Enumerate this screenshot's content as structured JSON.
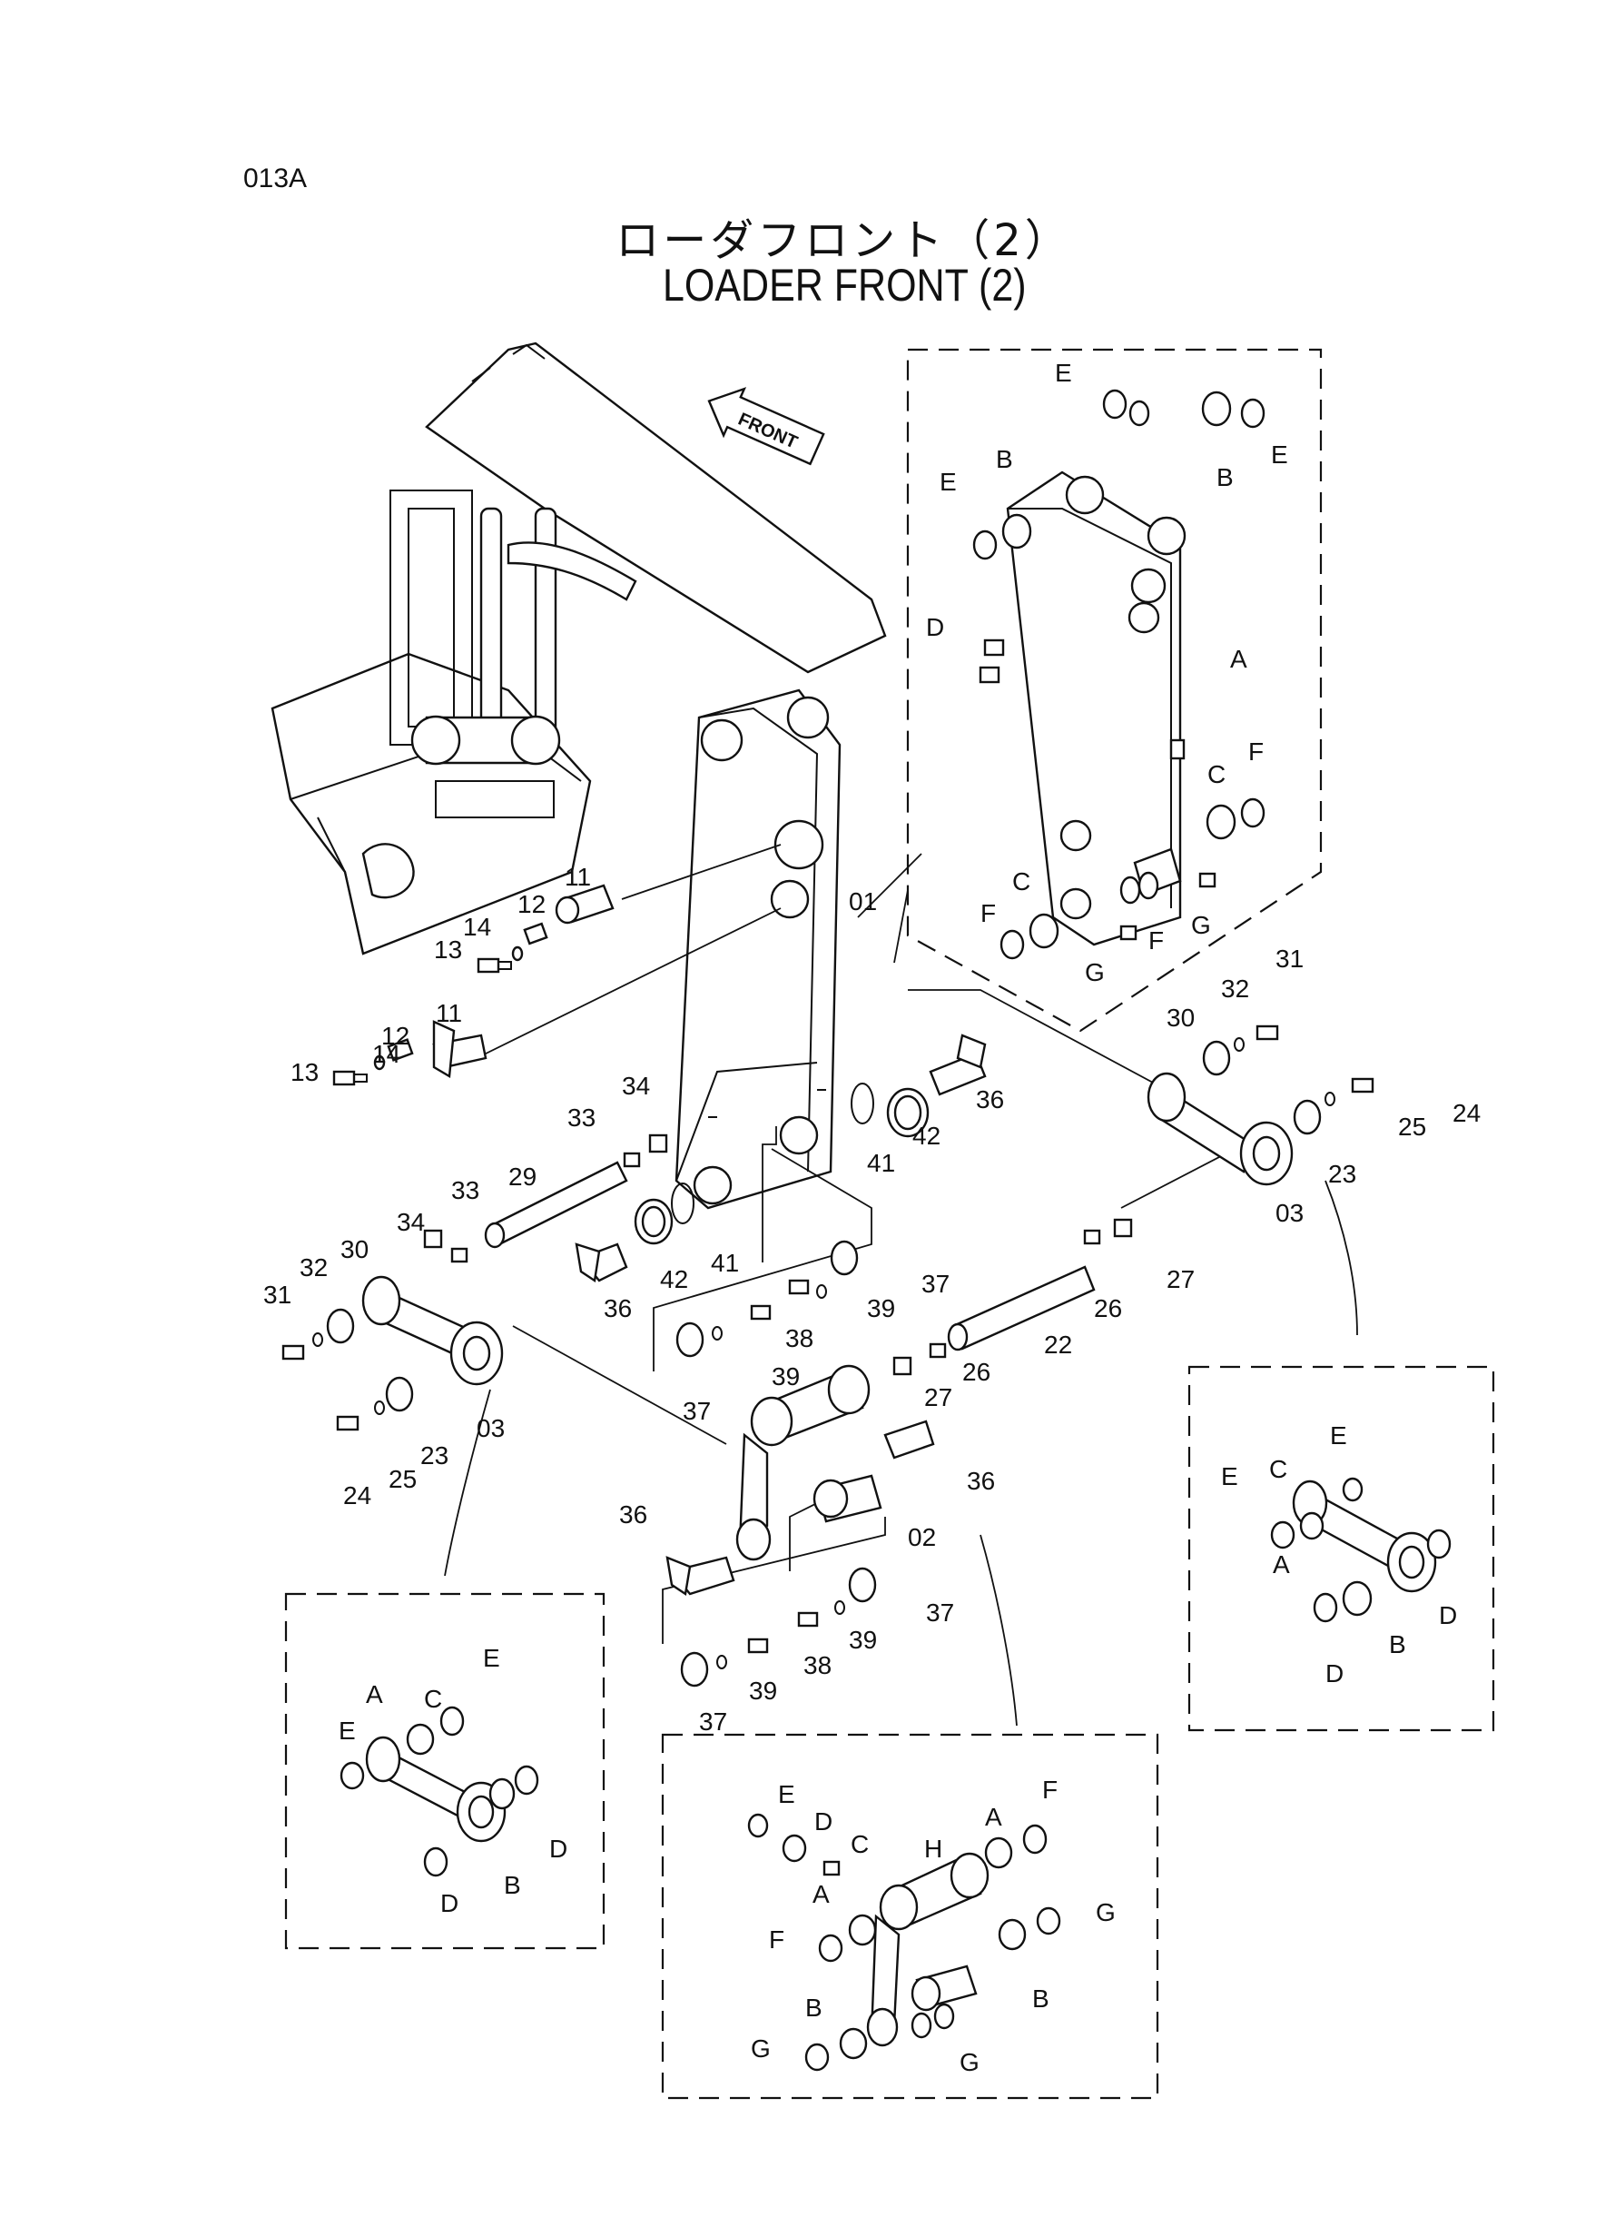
{
  "page_code": "013A",
  "title_jp": "ローダフロント（2）",
  "title_en": "LOADER FRONT (2)",
  "direction_label": "FRONT",
  "callouts": [
    {
      "text": "E"
    },
    {
      "text": "B"
    },
    {
      "text": "E"
    },
    {
      "text": "E"
    },
    {
      "text": "B"
    },
    {
      "text": "D"
    },
    {
      "text": "A"
    },
    {
      "text": "F"
    },
    {
      "text": "C"
    },
    {
      "text": "C"
    },
    {
      "text": "F"
    },
    {
      "text": "F"
    },
    {
      "text": "G"
    },
    {
      "text": "G"
    },
    {
      "text": "01"
    },
    {
      "text": "11"
    },
    {
      "text": "12"
    },
    {
      "text": "14"
    },
    {
      "text": "13"
    },
    {
      "text": "11"
    },
    {
      "text": "12"
    },
    {
      "text": "14"
    },
    {
      "text": "13"
    },
    {
      "text": "31"
    },
    {
      "text": "32"
    },
    {
      "text": "30"
    },
    {
      "text": "24"
    },
    {
      "text": "25"
    },
    {
      "text": "23"
    },
    {
      "text": "03"
    },
    {
      "text": "36"
    },
    {
      "text": "42"
    },
    {
      "text": "41"
    },
    {
      "text": "34"
    },
    {
      "text": "33"
    },
    {
      "text": "29"
    },
    {
      "text": "33"
    },
    {
      "text": "34"
    },
    {
      "text": "42"
    },
    {
      "text": "41"
    },
    {
      "text": "36"
    },
    {
      "text": "30"
    },
    {
      "text": "32"
    },
    {
      "text": "31"
    },
    {
      "text": "23"
    },
    {
      "text": "25"
    },
    {
      "text": "24"
    },
    {
      "text": "03"
    },
    {
      "text": "37"
    },
    {
      "text": "39"
    },
    {
      "text": "38"
    },
    {
      "text": "39"
    },
    {
      "text": "37"
    },
    {
      "text": "26"
    },
    {
      "text": "27"
    },
    {
      "text": "22"
    },
    {
      "text": "26"
    },
    {
      "text": "27"
    },
    {
      "text": "36"
    },
    {
      "text": "36"
    },
    {
      "text": "02"
    },
    {
      "text": "37"
    },
    {
      "text": "39"
    },
    {
      "text": "38"
    },
    {
      "text": "39"
    },
    {
      "text": "37"
    },
    {
      "text": "E"
    },
    {
      "text": "C"
    },
    {
      "text": "E"
    },
    {
      "text": "A"
    },
    {
      "text": "D"
    },
    {
      "text": "B"
    },
    {
      "text": "D"
    },
    {
      "text": "E"
    },
    {
      "text": "A"
    },
    {
      "text": "C"
    },
    {
      "text": "E"
    },
    {
      "text": "B"
    },
    {
      "text": "D"
    },
    {
      "text": "D"
    },
    {
      "text": "E"
    },
    {
      "text": "D"
    },
    {
      "text": "C"
    },
    {
      "text": "H"
    },
    {
      "text": "A"
    },
    {
      "text": "F"
    },
    {
      "text": "A"
    },
    {
      "text": "F"
    },
    {
      "text": "G"
    },
    {
      "text": "B"
    },
    {
      "text": "B"
    },
    {
      "text": "G"
    },
    {
      "text": "G"
    }
  ]
}
